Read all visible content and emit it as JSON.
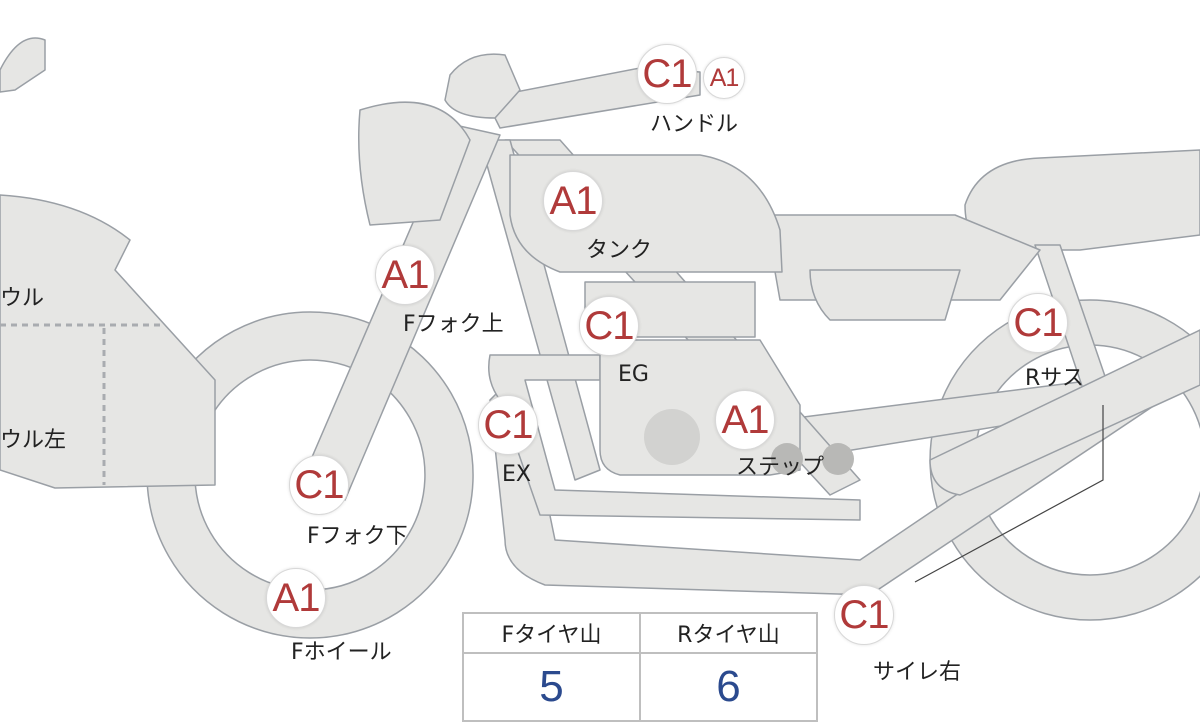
{
  "colors": {
    "body": "#e6e6e4",
    "outline": "#9a9fa5",
    "badge_text": "#b03a3a",
    "value_text": "#2b4a8e"
  },
  "badges": {
    "handle_c1": "C1",
    "handle_a1": "A1",
    "tank": "A1",
    "ffork_upper": "A1",
    "eg": "C1",
    "r_sus": "C1",
    "ex": "C1",
    "step": "A1",
    "ffork_lower": "C1",
    "fwheel": "A1",
    "silencer": "C1"
  },
  "labels": {
    "handle": "ハンドル",
    "tank": "タンク",
    "cowl": "カウル",
    "cowl_left": "カウル左",
    "ffork_upper": "Fフォク上",
    "eg": "EG",
    "r_sus": "Rサス",
    "ex": "EX",
    "step": "ステップ",
    "ffork_lower": "Fフォク下",
    "fwheel": "Fホイール",
    "silencer": "サイレ右"
  },
  "tread_table": {
    "front_header": "Fタイヤ山",
    "rear_header": "Rタイヤ山",
    "front_value": "5",
    "rear_value": "6"
  }
}
